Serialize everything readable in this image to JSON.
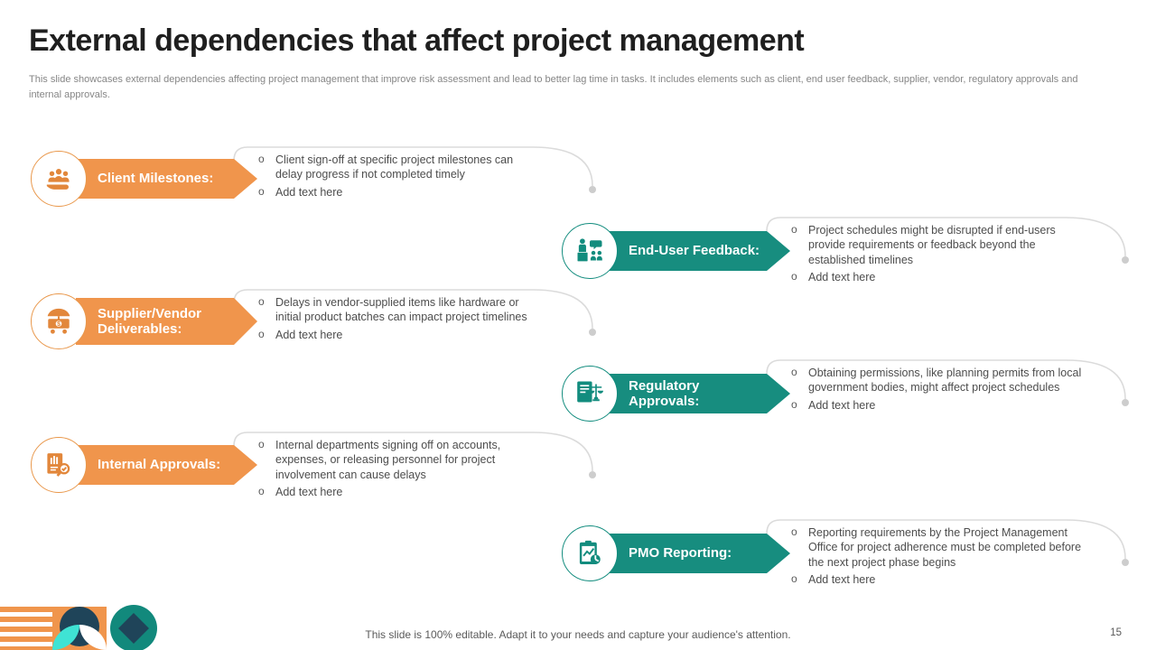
{
  "slide": {
    "title": "External dependencies that affect project management",
    "subtitle": "This slide showcases external dependencies affecting project management that improve risk assessment and lead to better lag time in tasks. It includes elements such as client, end user feedback, supplier, vendor, regulatory approvals and internal approvals.",
    "footer_note": "This slide is 100% editable. Adapt it to your needs and capture your audience's attention.",
    "page_number": "15"
  },
  "ui": {
    "bullet_marker": "o"
  },
  "colors": {
    "orange": "#f0954c",
    "teal": "#178d7f",
    "navy": "#1f4459",
    "cyan": "#3fe3d4",
    "line_gray": "#dbdbdb",
    "dot_gray": "#cdcdcd"
  },
  "items": [
    {
      "id": "client-milestones",
      "label": "Client Milestones:",
      "theme": "orange",
      "icon": "client-group-icon",
      "bullets": [
        "Client sign-off at specific project milestones can delay progress if not completed timely",
        "Add text here"
      ]
    },
    {
      "id": "end-user-feedback",
      "label": "End-User Feedback:",
      "theme": "teal",
      "icon": "user-feedback-icon",
      "bullets": [
        "Project schedules might be disrupted if end-users provide requirements or feedback beyond the established timelines",
        "Add text here"
      ]
    },
    {
      "id": "supplier-vendor-deliverables",
      "label": "Supplier/Vendor Deliverables:",
      "theme": "orange",
      "icon": "vendor-cart-icon",
      "bullets": [
        "Delays in vendor-supplied items like hardware or initial product batches can impact project timelines",
        "Add text here"
      ]
    },
    {
      "id": "regulatory-approvals",
      "label": "Regulatory Approvals:",
      "theme": "teal",
      "icon": "document-scales-icon",
      "bullets": [
        "Obtaining permissions, like planning permits from local government bodies, might affect project schedules",
        "Add text here"
      ]
    },
    {
      "id": "internal-approvals",
      "label": "Internal Approvals:",
      "theme": "orange",
      "icon": "ledger-magnifier-icon",
      "bullets": [
        "Internal departments signing off on accounts, expenses, or releasing personnel for project involvement can cause delays",
        "Add text here"
      ]
    },
    {
      "id": "pmo-reporting",
      "label": "PMO Reporting:",
      "theme": "teal",
      "icon": "clipboard-chart-icon",
      "bullets": [
        "Reporting requirements by the Project Management Office for project adherence must be completed before the next project phase begins",
        "Add text here"
      ]
    }
  ]
}
